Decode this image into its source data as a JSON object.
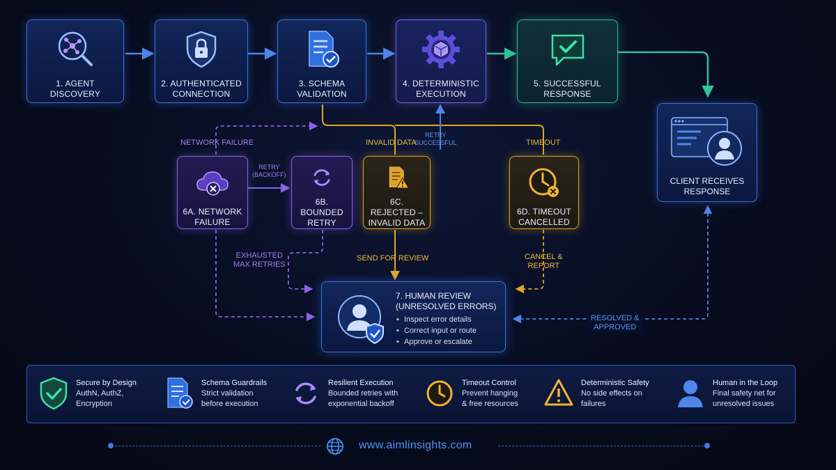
{
  "steps": [
    {
      "id": "agent-discovery",
      "label": "1. Agent Discovery",
      "icon": "network-search-icon"
    },
    {
      "id": "authenticated-connection",
      "label": "2. Authenticated Connection",
      "icon": "shield-lock-icon"
    },
    {
      "id": "schema-validation",
      "label": "3. Schema Validation",
      "icon": "document-check-icon"
    },
    {
      "id": "deterministic-execution",
      "label": "4. Deterministic Execution",
      "icon": "gear-cube-icon"
    },
    {
      "id": "successful-response",
      "label": "5. Successful Response",
      "icon": "chat-check-icon"
    }
  ],
  "failures": [
    {
      "id": "network-failure",
      "label": "6A. Network Failure",
      "icon": "cloud-x-icon"
    },
    {
      "id": "bounded-retry",
      "label": "6B. Bounded Retry",
      "icon": "retry-arrows-icon"
    },
    {
      "id": "rejected-invalid",
      "label": "6C. Rejected – Invalid Data",
      "icon": "document-warning-icon"
    },
    {
      "id": "timeout-cancelled",
      "label": "6D. Timeout Cancelled",
      "icon": "clock-x-icon"
    }
  ],
  "client": {
    "label": "Client Receives Response",
    "icon": "browser-user-icon"
  },
  "human_review": {
    "title": "7. Human Review",
    "subtitle": "(Unresolved Errors)",
    "bullets": [
      "Inspect error details",
      "Correct input or route",
      "Approve or escalate"
    ],
    "icon": "user-shield-icon"
  },
  "edge_labels": {
    "network_failure": "Network Failure",
    "retry_backoff_1": "Retry",
    "retry_backoff_2": "(Backoff)",
    "invalid_data": "Invalid Data",
    "retry_successful_1": "Retry",
    "retry_successful_2": "Successful",
    "timeout": "Timeout",
    "exhausted_1": "Exhausted",
    "exhausted_2": "Max Retries",
    "send_for_review": "Send for Review",
    "cancel_report_1": "Cancel &",
    "cancel_report_2": "Report",
    "resolved_1": "Resolved &",
    "resolved_2": "Approved"
  },
  "features": [
    {
      "title": "Secure by Design",
      "line1": "AuthN, AuthZ,",
      "line2": "Encryption",
      "icon": "shield-check-icon"
    },
    {
      "title": "Schema Guardrails",
      "line1": "Strict validation",
      "line2": "before execution",
      "icon": "document-check-icon"
    },
    {
      "title": "Resilient Execution",
      "line1": "Bounded retries with",
      "line2": "exponential backoff",
      "icon": "retry-arrows-icon"
    },
    {
      "title": "Timeout Control",
      "line1": "Prevent hanging",
      "line2": "& free resources",
      "icon": "clock-icon"
    },
    {
      "title": "Deterministic Safety",
      "line1": "No side effects on",
      "line2": "failures",
      "icon": "warning-triangle-icon"
    },
    {
      "title": "Human in the Loop",
      "line1": "Final safety net for",
      "line2": "unresolved issues",
      "icon": "user-icon"
    }
  ],
  "footer": {
    "url": "www.aimlinsights.com",
    "icon": "globe-icon"
  },
  "colors": {
    "blue": "#3f74d8",
    "green": "#2fc39a",
    "purple": "#8a63e8",
    "amber": "#e6a51f",
    "link": "#4e93f5"
  }
}
